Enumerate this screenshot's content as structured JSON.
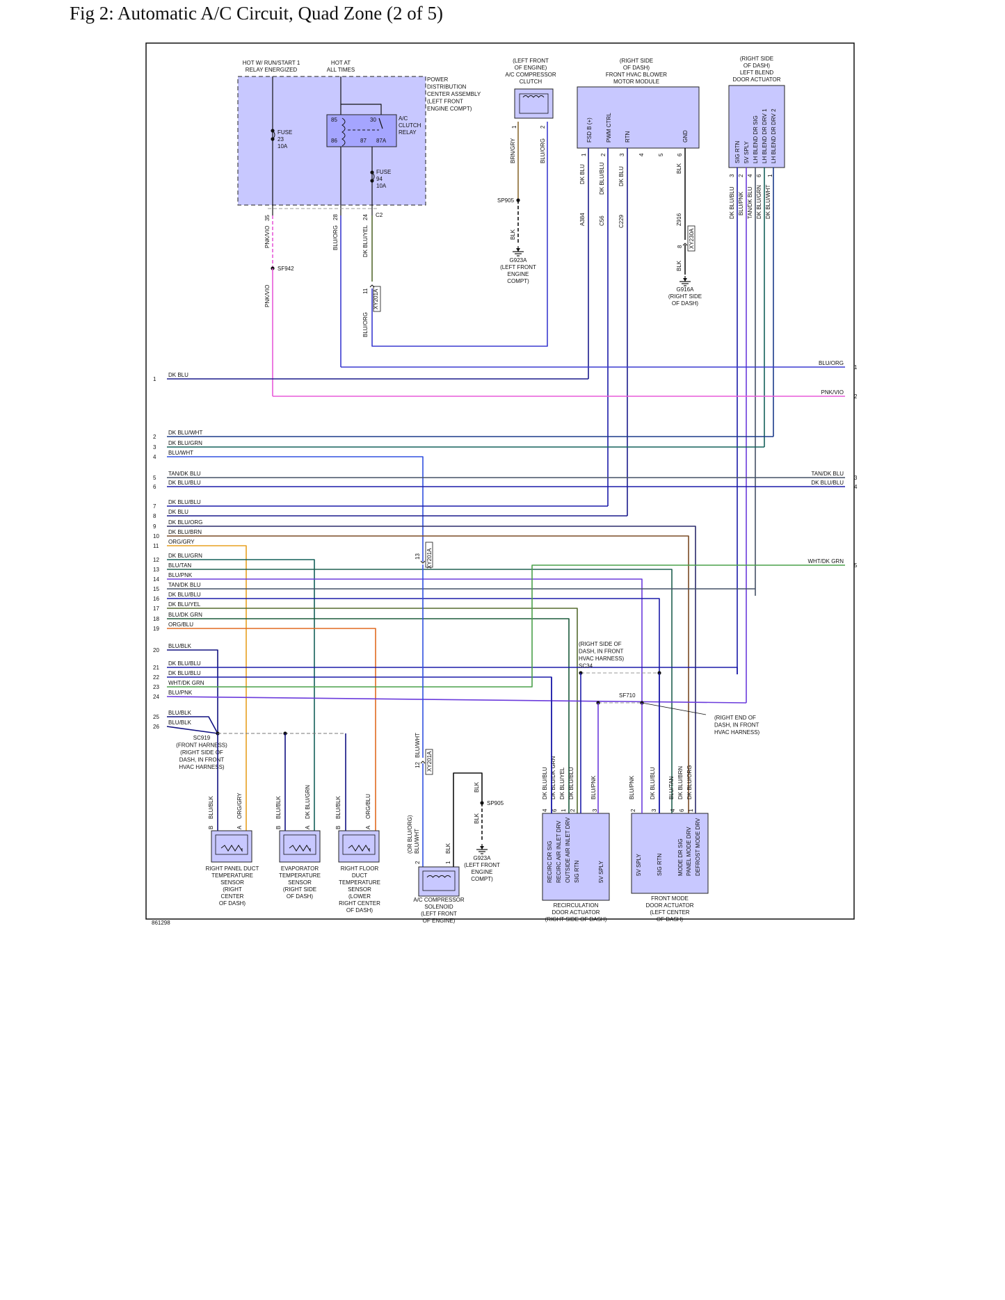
{
  "title": "Fig 2: Automatic A/C Circuit, Quad Zone (2 of 5)",
  "colors": {
    "module_fill": "#c8c8ff",
    "relay_fill": "#a5a5ff",
    "frame": "#111111",
    "DK BLU": "#1a1a8c",
    "BLU/ORG": "#3a3ad0",
    "PNK/VIO": "#e85ad8",
    "DK BLU/WHT": "#1a3a8a",
    "DK BLU/GRN": "#14605a",
    "BLU/WHT": "#3050e0",
    "TAN/DK BLU": "#445066",
    "DK BLU/BLU": "#1a1aa8",
    "DK BLU/ORG": "#2a2a6a",
    "DK BLU/BRN": "#7a4a24",
    "ORG/GRY": "#e8a020",
    "BLU/TAN": "#206050",
    "BLU/PNK": "#6a3adc",
    "DK BLU/YEL": "#556b2f",
    "DK BLU/DK GRN": "#1a5a3a",
    "ORG/BLU": "#e06a20",
    "BLU/BLK": "#101080",
    "WHT/DK GRN": "#4aa04a",
    "BRN/GRY": "#8a6a30",
    "BLK": "#111111"
  },
  "labels": {
    "hot_run": "HOT W/ RUN/START 1",
    "relay_energized": "RELAY ENERGIZED",
    "hot_at": "HOT AT",
    "all_times": "ALL TIMES",
    "pdc": [
      "POWER",
      "DISTRIBUTION",
      "CENTER ASSEMBLY",
      "(LEFT FRONT",
      "ENGINE COMPT)"
    ],
    "fuse23": [
      "FUSE",
      "23",
      "10A"
    ],
    "fuse94": [
      "FUSE",
      "94",
      "10A"
    ],
    "relay": [
      "A/C",
      "CLUTCH",
      "RELAY"
    ],
    "relay_pins": [
      "85",
      "30",
      "86",
      "87",
      "87A"
    ],
    "clutch": [
      "(LEFT FRONT",
      "OF ENGINE)",
      "A/C COMPRESSOR",
      "CLUTCH"
    ],
    "blower": [
      "(RIGHT SIDE",
      "OF DASH)",
      "FRONT HVAC BLOWER",
      "MOTOR MODULE"
    ],
    "blower_pins": [
      "FSD B (+)",
      "PWM CTRL",
      "RTN",
      "GND"
    ],
    "blend": [
      "(RIGHT SIDE",
      "OF DASH)",
      "LEFT BLEND",
      "DOOR ACTUATOR"
    ],
    "blend_pins": [
      "SIG RTN",
      "5V SPLY",
      "LH BLEND DR SIG",
      "LH BLEND DR DRV 1",
      "LH BLEND DR DRV 2"
    ],
    "sp905": "SP905",
    "g923a": [
      "G923A",
      "(LEFT FRONT",
      "ENGINE",
      "COMPT)"
    ],
    "g916a": [
      "G916A",
      "(RIGHT SIDE",
      "OF DASH)"
    ],
    "sf942": "SF942",
    "xy201a": "XY201A",
    "xy230a": "XY230A",
    "sc34": [
      "(RIGHT SIDE OF",
      "DASH, IN FRONT",
      "HVAC HARNESS)",
      "SC34"
    ],
    "sf710": "SF710",
    "right_end": [
      "(RIGHT END OF",
      "DASH, IN FRONT",
      "HVAC HARNESS)"
    ],
    "sc919": [
      "SC919",
      "(FRONT HARNESS)",
      "(RIGHT SIDE OF",
      "DASH, IN FRONT",
      "HVAC HARNESS)"
    ],
    "sensor1": [
      "RIGHT PANEL DUCT",
      "TEMPERATURE",
      "SENSOR",
      "(RIGHT",
      "CENTER",
      "OF DASH)"
    ],
    "sensor2": [
      "EVAPORATOR",
      "TEMPERATURE",
      "SENSOR",
      "(RIGHT SIDE",
      "OF DASH)"
    ],
    "sensor3": [
      "RIGHT FLOOR",
      "DUCT",
      "TEMPERATURE",
      "SENSOR",
      "(LOWER",
      "RIGHT CENTER",
      "OF DASH)"
    ],
    "solenoid": [
      "A/C COMPRESSOR",
      "SOLENOID",
      "(LEFT FRONT",
      "OF ENGINE)"
    ],
    "recirc": [
      "RECIRCULATION",
      "DOOR ACTUATOR",
      "(RIGHT SIDE OF DASH)"
    ],
    "recirc_pins": [
      "RECIRC DR SIG",
      "RECIRC AIR INLET DRV",
      "OUTSIDE AIR INLET DRV",
      "SIG RTN",
      "5V SPLY"
    ],
    "mode": [
      "FRONT MODE",
      "DOOR ACTUATOR",
      "(LEFT CENTER",
      "OF DASH)"
    ],
    "mode_pins": [
      "5V SPLY",
      "SIG RTN",
      "MODE DR SIG",
      "PANEL MODE DRV",
      "DEFROST MODE DRV"
    ],
    "or_blu_wht": [
      "(OR BLU/ORG)",
      "BLU/WHT"
    ],
    "fig_id": "861298"
  },
  "left_wires": [
    {
      "n": "1",
      "label": "DK BLU"
    },
    {
      "n": "2",
      "label": "DK BLU/WHT"
    },
    {
      "n": "3",
      "label": "DK BLU/GRN"
    },
    {
      "n": "4",
      "label": "BLU/WHT"
    },
    {
      "n": "5",
      "label": "TAN/DK BLU"
    },
    {
      "n": "6",
      "label": "DK BLU/BLU"
    },
    {
      "n": "7",
      "label": "DK BLU/BLU"
    },
    {
      "n": "8",
      "label": "DK BLU"
    },
    {
      "n": "9",
      "label": "DK BLU/ORG"
    },
    {
      "n": "10",
      "label": "DK BLU/BRN"
    },
    {
      "n": "11",
      "label": "ORG/GRY"
    },
    {
      "n": "12",
      "label": "DK BLU/GRN"
    },
    {
      "n": "13",
      "label": "BLU/TAN"
    },
    {
      "n": "14",
      "label": "BLU/PNK"
    },
    {
      "n": "15",
      "label": "TAN/DK BLU"
    },
    {
      "n": "16",
      "label": "DK BLU/BLU"
    },
    {
      "n": "17",
      "label": "DK BLU/YEL"
    },
    {
      "n": "18",
      "label": "BLU/DK GRN"
    },
    {
      "n": "19",
      "label": "ORG/BLU"
    },
    {
      "n": "20",
      "label": "BLU/BLK"
    },
    {
      "n": "21",
      "label": "DK BLU/BLU"
    },
    {
      "n": "22",
      "label": "DK BLU/BLU"
    },
    {
      "n": "23",
      "label": "WHT/DK GRN"
    },
    {
      "n": "24",
      "label": "BLU/PNK"
    },
    {
      "n": "25",
      "label": "BLU/BLK"
    },
    {
      "n": "26",
      "label": "BLU/BLK"
    }
  ],
  "right_wires": [
    {
      "n": "1",
      "label": "BLU/ORG"
    },
    {
      "n": "2",
      "label": "PNK/VIO"
    },
    {
      "n": "3",
      "label": "TAN/DK BLU"
    },
    {
      "n": "4",
      "label": "DK BLU/BLU"
    },
    {
      "n": "5",
      "label": "WHT/DK GRN"
    }
  ],
  "vertical_labels": {
    "pnk_vio": "PNK/VIO",
    "blu_org": "BLU/ORG",
    "dk_blu_yel": "DK BLU/YEL",
    "c2": "C2",
    "brn_gry": "BRN/GRY",
    "blk": "BLK",
    "dk_blu": "DK BLU",
    "dk_blu_blu": "DK BLU/BLU",
    "a384": "A384",
    "c56": "C56",
    "c229": "C229",
    "z916": "Z916",
    "tan_dk_blu": "TAN/DK BLU",
    "blu_pnk": "BLU/PNK",
    "dk_blu_grn": "DK BLU/GRN",
    "dk_blu_wht": "DK BLU/WHT",
    "blu_wht": "BLU/WHT",
    "blu_blk": "BLU/BLK",
    "org_gry": "ORG/GRY",
    "blu_grn": "DK BLU/GRN",
    "org_blu": "ORG/BLU",
    "dk_blu_dk_grn": "DK BLU/DK GRN",
    "blu_tan": "BLU/TAN",
    "dk_blu_brn": "DK BLU/BRN",
    "dk_blu_org": "DK BLU/ORG"
  },
  "pin_numbers": {
    "p35": "35",
    "p28": "28",
    "p24": "24",
    "p11": "11",
    "p13": "13",
    "p12": "12",
    "p8": "8",
    "one": "1",
    "two": "2",
    "three": "3",
    "four": "4",
    "five": "5",
    "six": "6",
    "a": "A",
    "b": "B"
  }
}
